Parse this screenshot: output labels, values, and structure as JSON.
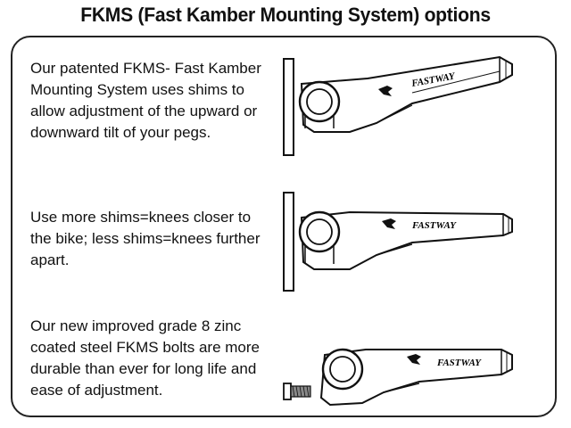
{
  "title": "FKMS (Fast Kamber Mounting System) options",
  "paragraphs": [
    "Our patented FKMS- Fast Kamber Mounting System uses shims to allow adjustment of the upward or downward tilt of your pegs.",
    "Use more shims=knees closer to the bike; less shims=knees further apart.",
    "Our new improved  grade 8 zinc coated steel FKMS bolts are more durable than ever for long life and ease of adjustment."
  ],
  "peg_logo_text": "FASTWAY"
}
